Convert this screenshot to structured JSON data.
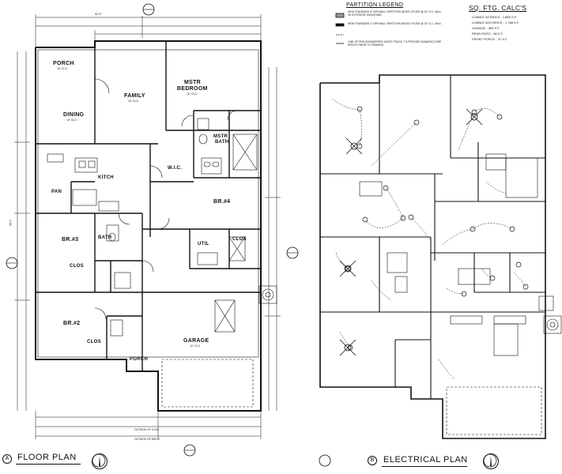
{
  "floor_plan": {
    "title": "FLOOR PLAN",
    "marker": "A",
    "rooms": {
      "porch": "PORCH",
      "porch_sub": "10' CLG",
      "family": "FAMILY",
      "family_sub": "10' CLG",
      "dining": "DINING",
      "dining_sub": "10' CLG",
      "mstr_bedroom_1": "MSTR",
      "mstr_bedroom_2": "BEDROOM",
      "mstr_bedroom_sub": "10' CLG",
      "mstr_bath_1": "MSTR",
      "mstr_bath_2": "BATH",
      "wic": "W.I.C.",
      "kitchen": "KITCH",
      "pan": "PAN",
      "bath": "BATH",
      "util": "UTIL",
      "clos_right": "CLOS",
      "br4": "BR.#4",
      "br3": "BR.#3",
      "br2": "BR.#2",
      "clos_mid": "CLOS",
      "clos_low": "CLOS",
      "garage": "GARAGE",
      "garage_sub": "10' CLG",
      "porch_low": "PORCH"
    },
    "dims": {
      "top_total": "52'-0\"",
      "left_total": "58'-0\"",
      "bottom_outside": "OUTSIDE OF STUD",
      "bottom_brick": "OUTSIDE OF BRICK"
    }
  },
  "partition_legend": {
    "title": "PARTITION LEGEND",
    "items": [
      "NEW STANDARD 6\" DRYWALL PARTITION WOOD STUDS @ 16\" O.C. MAX. W/ EXTERIOR SHEATHING",
      "NEW STANDARD 4\" DRYWALL PARTITION WOOD STUDS @ 16\" O.C. MAX.",
      "LINE OF PRE-ENGINEERED WOOD TRUSS. TO PROVIDE MANUFACTURE SPECS PRIOR TO FRAMING"
    ]
  },
  "sq_ftg": {
    "title": "SQ. FTG. CALC'S",
    "items": [
      "LIVABLE W/ BRICK - 1,866 S.F.",
      "LIVABLE W/O BRICK - 1,788 S.F.",
      "GARAGE - 484 S.F.",
      "REAR PATIO - 68 S.F.",
      "FRONT PORCH - 37 S.F."
    ]
  },
  "electrical_plan": {
    "title": "ELECTRICAL PLAN",
    "marker": "B"
  },
  "colors": {
    "ink": "#111111",
    "paper": "#ffffff"
  }
}
